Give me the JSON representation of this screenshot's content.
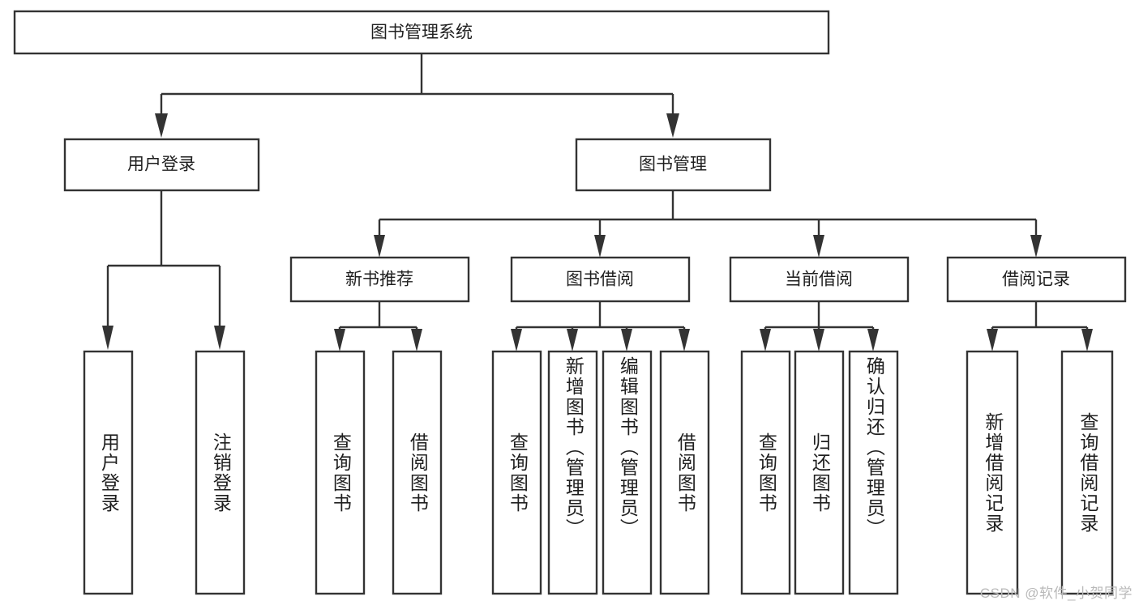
{
  "chart_data": {
    "type": "diagram",
    "title": "图书管理系统",
    "diagram_kind": "tree / hierarchy chart",
    "root": {
      "label": "图书管理系统",
      "children": [
        {
          "label": "用户登录",
          "children": [
            {
              "label": "用户登录"
            },
            {
              "label": "注销登录"
            }
          ]
        },
        {
          "label": "图书管理",
          "children": [
            {
              "label": "新书推荐",
              "children": [
                {
                  "label": "查询图书"
                },
                {
                  "label": "借阅图书"
                }
              ]
            },
            {
              "label": "图书借阅",
              "children": [
                {
                  "label": "查询图书"
                },
                {
                  "label": "新增图书（管理员）"
                },
                {
                  "label": "编辑图书（管理员）"
                },
                {
                  "label": "借阅图书"
                }
              ]
            },
            {
              "label": "当前借阅",
              "children": [
                {
                  "label": "查询图书"
                },
                {
                  "label": "归还图书"
                },
                {
                  "label": "确认归还（管理员）"
                }
              ]
            },
            {
              "label": "借阅记录",
              "children": [
                {
                  "label": "新增借阅记录"
                },
                {
                  "label": "查询借阅记录"
                }
              ]
            }
          ]
        }
      ]
    }
  },
  "nodes": {
    "root": {
      "label": "图书管理系统"
    },
    "level2": [
      {
        "label": "用户登录"
      },
      {
        "label": "图书管理"
      }
    ],
    "level3": [
      {
        "label": "新书推荐"
      },
      {
        "label": "图书借阅"
      },
      {
        "label": "当前借阅"
      },
      {
        "label": "借阅记录"
      }
    ],
    "leaves": [
      {
        "label": "用户登录"
      },
      {
        "label": "注销登录"
      },
      {
        "label": "查询图书"
      },
      {
        "label": "借阅图书"
      },
      {
        "label": "查询图书"
      },
      {
        "label": "新增图书（管理员）"
      },
      {
        "label": "编辑图书（管理员）"
      },
      {
        "label": "借阅图书"
      },
      {
        "label": "查询图书"
      },
      {
        "label": "归还图书"
      },
      {
        "label": "确认归还（管理员）"
      },
      {
        "label": "新增借阅记录"
      },
      {
        "label": "查询借阅记录"
      }
    ]
  },
  "watermark": {
    "text": "CSDN @软件_小贺同学"
  },
  "colors": {
    "stroke": "#333333",
    "fill": "#ffffff",
    "text": "#1f1f1f",
    "watermark": "#b9b9b9",
    "background": "#ffffff"
  }
}
